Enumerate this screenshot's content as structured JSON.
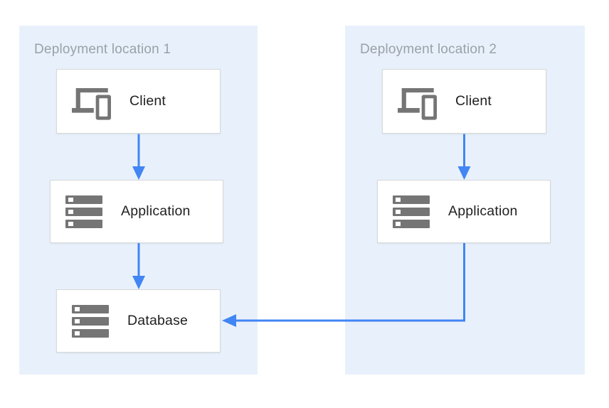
{
  "colors": {
    "page_bg": "#ffffff",
    "panel_bg": "#e8f1fb",
    "box_bg": "#ffffff",
    "box_border": "#d8d8d8",
    "arrow": "#4285f4",
    "icon": "#757575",
    "title_text": "#9aa0a6",
    "node_text": "#212121"
  },
  "panels": [
    {
      "title": "Deployment location 1",
      "nodes": [
        {
          "id": "client",
          "label": "Client",
          "icon": "client-devices-icon"
        },
        {
          "id": "application",
          "label": "Application",
          "icon": "server-stack-icon"
        },
        {
          "id": "database",
          "label": "Database",
          "icon": "server-stack-icon"
        }
      ]
    },
    {
      "title": "Deployment location 2",
      "nodes": [
        {
          "id": "client",
          "label": "Client",
          "icon": "client-devices-icon"
        },
        {
          "id": "application",
          "label": "Application",
          "icon": "server-stack-icon"
        }
      ]
    }
  ],
  "connections": [
    {
      "from": "location-1 client",
      "to": "location-1 application",
      "style": "straight-down"
    },
    {
      "from": "location-1 application",
      "to": "location-1 database",
      "style": "straight-down"
    },
    {
      "from": "location-2 client",
      "to": "location-2 application",
      "style": "straight-down"
    },
    {
      "from": "location-2 application",
      "to": "location-1 database",
      "style": "down-then-left"
    }
  ]
}
